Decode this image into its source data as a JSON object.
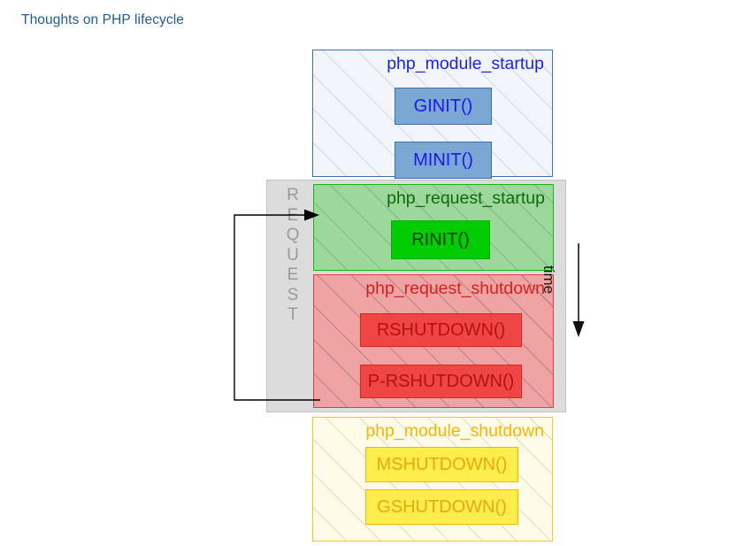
{
  "page": {
    "title": "Thoughts on PHP lifecycle"
  },
  "colors": {
    "title_text": "#1f5c99",
    "blue_border": "#3c6fb4",
    "blue_fill": "#f2f6fc",
    "blue_call_fill": "#7ba7d4",
    "blue_text": "#2020ee",
    "green_border": "#17b417",
    "green_fill": "#9cd89c",
    "green_call_fill": "#00cc00",
    "green_text": "#0d6b0d",
    "red_border": "#e83b3b",
    "red_fill": "#efa3a3",
    "red_call_fill": "#f04545",
    "red_text": "#d42020",
    "yellow_border": "#ffc61a",
    "yellow_fill": "#fefce8",
    "yellow_call_fill": "#ffed4e",
    "yellow_text": "#f5b800",
    "request_panel_fill": "#dcdcdc",
    "request_label_text": "#999999"
  },
  "diagram": {
    "request_group": {
      "label": "REQUEST",
      "letters": [
        "R",
        "E",
        "Q",
        "U",
        "E",
        "S",
        "T"
      ]
    },
    "time_axis": {
      "label": "time",
      "direction": "downward"
    },
    "phases": [
      {
        "id": "php_module_startup",
        "title": "php_module_startup",
        "calls": [
          {
            "id": "ginit",
            "label": "GINIT()"
          },
          {
            "id": "minit",
            "label": "MINIT()"
          }
        ]
      },
      {
        "id": "php_request_startup",
        "title": "php_request_startup",
        "calls": [
          {
            "id": "rinit",
            "label": "RINIT()"
          }
        ]
      },
      {
        "id": "php_request_shutdown",
        "title": "php_request_shutdown",
        "calls": [
          {
            "id": "rshutdown",
            "label": "RSHUTDOWN()"
          },
          {
            "id": "prshutdown",
            "label": "P-RSHUTDOWN()"
          }
        ]
      },
      {
        "id": "php_module_shutdown",
        "title": "php_module_shutdown",
        "calls": [
          {
            "id": "mshutdown",
            "label": "MSHUTDOWN()"
          },
          {
            "id": "gshutdown",
            "label": "GSHUTDOWN()"
          }
        ]
      }
    ]
  }
}
